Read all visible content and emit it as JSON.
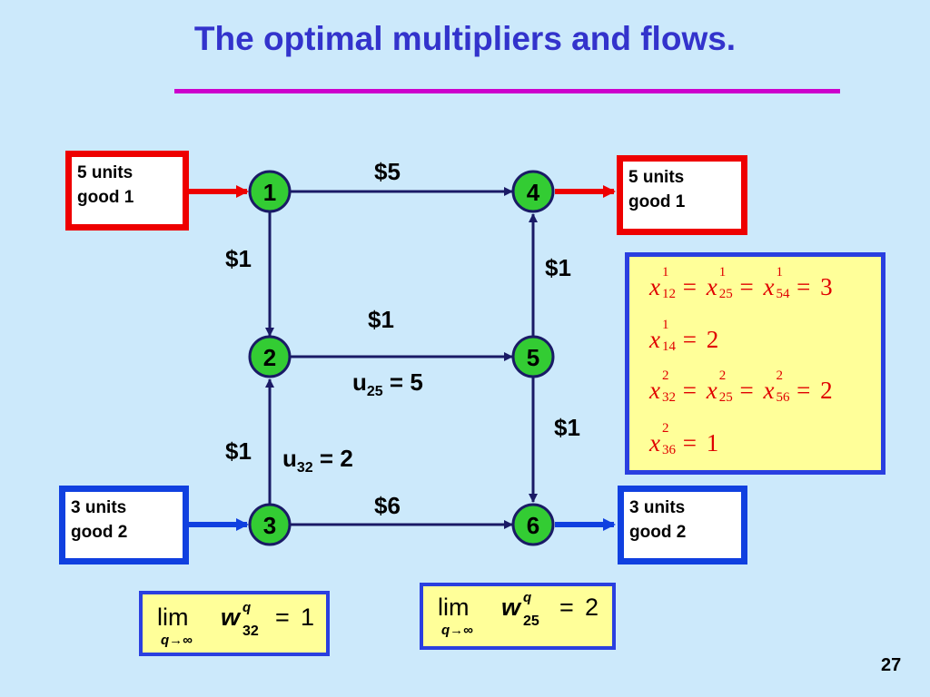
{
  "title": "The optimal multipliers and flows.",
  "colors": {
    "background": "#cce9fb",
    "title": "#3333cc",
    "rule": "#cc00cc",
    "node_fill": "#33cc33",
    "arrow": "#1a1a66",
    "supply_good1": "#ee0000",
    "supply_good2": "#1040e0",
    "box_fill": "#ffff99",
    "equation_text": "#e00000"
  },
  "nodes": [
    {
      "id": "1",
      "label": "1"
    },
    {
      "id": "2",
      "label": "2"
    },
    {
      "id": "3",
      "label": "3"
    },
    {
      "id": "4",
      "label": "4"
    },
    {
      "id": "5",
      "label": "5"
    },
    {
      "id": "6",
      "label": "6"
    }
  ],
  "edges": [
    {
      "from": "1",
      "to": "4",
      "cost": "$5"
    },
    {
      "from": "1",
      "to": "2",
      "cost": "$1"
    },
    {
      "from": "2",
      "to": "5",
      "cost": "$1",
      "capacity": "u25 = 5"
    },
    {
      "from": "5",
      "to": "4",
      "cost": "$1"
    },
    {
      "from": "5",
      "to": "6",
      "cost": "$1"
    },
    {
      "from": "3",
      "to": "2",
      "cost": "$1",
      "capacity": "u32 = 2"
    },
    {
      "from": "3",
      "to": "6",
      "cost": "$6"
    }
  ],
  "costs": {
    "e14": "$5",
    "e12": "$1",
    "e25": "$1",
    "e54": "$1",
    "e56": "$1",
    "e32": "$1",
    "e36": "$6"
  },
  "capacities": {
    "u25_var": "u",
    "u25_sub": "25",
    "u25_rest": " = 5",
    "u32_var": "u",
    "u32_sub": "32",
    "u32_rest": " = 2"
  },
  "supplies": [
    {
      "id": "src1",
      "line1": "5 units",
      "line2": "good 1"
    },
    {
      "id": "snk4",
      "line1": "5 units",
      "line2": "good 1"
    },
    {
      "id": "src3",
      "line1": "3 units",
      "line2": "good 2"
    },
    {
      "id": "snk6",
      "line1": "3 units",
      "line2": "good 2"
    }
  ],
  "flows": [
    {
      "terms": [
        {
          "x": "x",
          "sup": "1",
          "sub": "12"
        },
        {
          "x": "x",
          "sup": "1",
          "sub": "25"
        },
        {
          "x": "x",
          "sup": "1",
          "sub": "54"
        }
      ],
      "value": "3"
    },
    {
      "terms": [
        {
          "x": "x",
          "sup": "1",
          "sub": "14"
        }
      ],
      "value": "2"
    },
    {
      "terms": [
        {
          "x": "x",
          "sup": "2",
          "sub": "32"
        },
        {
          "x": "x",
          "sup": "2",
          "sub": "25"
        },
        {
          "x": "x",
          "sup": "2",
          "sub": "56"
        }
      ],
      "value": "2"
    },
    {
      "terms": [
        {
          "x": "x",
          "sup": "2",
          "sub": "36"
        }
      ],
      "value": "1"
    }
  ],
  "equals_sign": "=",
  "multipliers": [
    {
      "lim": "lim",
      "limsub": "q→∞",
      "w": "w",
      "sup": "q",
      "sub": "32",
      "eq": "=",
      "value": "1"
    },
    {
      "lim": "lim",
      "limsub": "q→∞",
      "w": "w",
      "sup": "q",
      "sub": "25",
      "eq": "=",
      "value": "2"
    }
  ],
  "page_number": "27"
}
